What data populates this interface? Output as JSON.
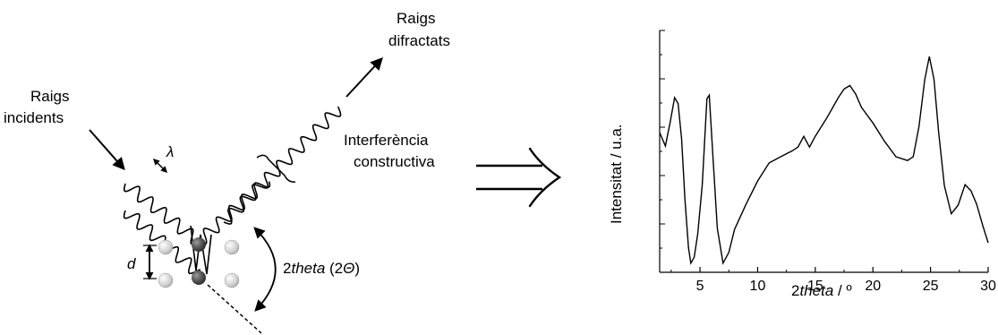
{
  "diagram": {
    "incident_label_line1": "Raigs",
    "incident_label_line2": "incidents",
    "diffracted_label_line1": "Raigs",
    "diffracted_label_line2": "difractats",
    "interference_line1": "Interferència",
    "interference_line2": "constructiva",
    "wavelength_symbol": "λ",
    "spacing_symbol": "d",
    "angle_label_num": "2",
    "angle_label_var": "theta",
    "angle_label_paren_open": " (2",
    "angle_label_theta": "Θ",
    "angle_label_paren_close": ")"
  },
  "chart_data": {
    "type": "line",
    "xlabel_num": "2",
    "xlabel_var": "theta",
    "xlabel_unit": " / º",
    "ylabel": "Intensitat / u.a.",
    "xlim": [
      1.5,
      30
    ],
    "xticks": [
      5,
      10,
      15,
      20,
      25,
      30
    ],
    "ylim": [
      0,
      100
    ],
    "grid": false,
    "series": [
      {
        "points": [
          [
            1.5,
            58
          ],
          [
            2.0,
            52
          ],
          [
            2.4,
            62
          ],
          [
            2.8,
            72
          ],
          [
            3.1,
            70
          ],
          [
            3.4,
            55
          ],
          [
            3.7,
            30
          ],
          [
            4.0,
            10
          ],
          [
            4.2,
            4
          ],
          [
            4.5,
            6
          ],
          [
            4.8,
            16
          ],
          [
            5.2,
            36
          ],
          [
            5.6,
            72
          ],
          [
            5.8,
            73
          ],
          [
            6.1,
            50
          ],
          [
            6.5,
            18
          ],
          [
            7.0,
            4
          ],
          [
            7.5,
            8
          ],
          [
            8.0,
            18
          ],
          [
            9.0,
            28
          ],
          [
            10.0,
            38
          ],
          [
            11.0,
            45
          ],
          [
            12.0,
            48
          ],
          [
            13.0,
            50
          ],
          [
            13.5,
            52
          ],
          [
            14.0,
            56
          ],
          [
            14.5,
            52
          ],
          [
            15.0,
            56
          ],
          [
            16.0,
            64
          ],
          [
            17.0,
            72
          ],
          [
            17.5,
            76
          ],
          [
            18.0,
            77
          ],
          [
            18.5,
            74
          ],
          [
            19.0,
            68
          ],
          [
            20.0,
            62
          ],
          [
            21.0,
            54
          ],
          [
            22.0,
            48
          ],
          [
            23.0,
            46
          ],
          [
            23.5,
            48
          ],
          [
            24.0,
            60
          ],
          [
            24.5,
            80
          ],
          [
            24.9,
            89
          ],
          [
            25.3,
            80
          ],
          [
            25.7,
            58
          ],
          [
            26.2,
            36
          ],
          [
            26.8,
            24
          ],
          [
            27.4,
            28
          ],
          [
            28.0,
            36
          ],
          [
            28.5,
            34
          ],
          [
            29.0,
            28
          ],
          [
            29.5,
            20
          ],
          [
            30.0,
            12
          ]
        ]
      }
    ]
  }
}
